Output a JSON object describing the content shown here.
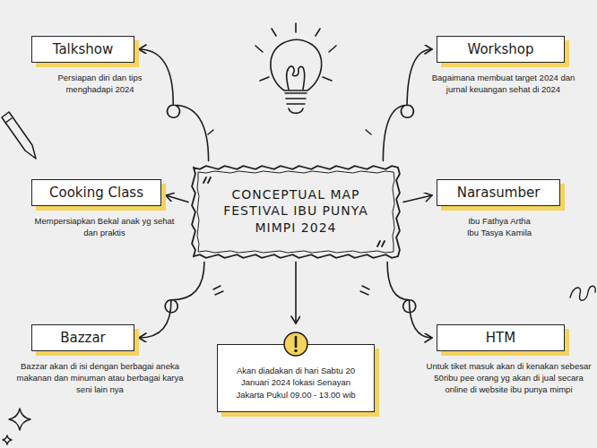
{
  "diagram": {
    "nodes": [
      {
        "text": [
          "CONCEPTUAL MAP FESTIVAL IBU PUNYA MIMPI 2024"
        ]
      },
      {
        "text": [
          "Talkshow",
          "Persiapan diri dan tips menghadapi 2024"
        ]
      },
      {
        "text": [
          "Workshop",
          "Bagaimana membuat target 2024 dan jurnal keuangan sehat di 2024"
        ]
      },
      {
        "text": [
          "Cooking Class",
          "Mempersiapkan Bekal anak yg sehat dan praktis"
        ]
      },
      {
        "text": [
          "Narasumber",
          "Ibu Fathya Artha",
          "Ibu Tasya Kamila"
        ]
      },
      {
        "text": [
          "Bazzar",
          "Bazzar akan di isi dengan berbagai aneka makanan dan minuman atau berbagai karya seni lain nya"
        ]
      },
      {
        "text": [
          "Akan diadakan di hari Sabtu 20 Januari 2024 lokasi Senayan Jakarta Pukul 09.00 - 13.00 wib"
        ]
      },
      {
        "text": [
          "HTM",
          "Untuk tiket masuk akan di kenakan sebesar 50ribu pee orang yg akan di jual secara online di website ibu punya mimpi"
        ]
      }
    ],
    "edges": [
      {
        "from": 0,
        "to": 1,
        "arrow": "to"
      },
      {
        "from": 0,
        "to": 2,
        "arrow": "to"
      },
      {
        "from": 0,
        "to": 3,
        "arrow": "to"
      },
      {
        "from": 0,
        "to": 4,
        "arrow": "to"
      },
      {
        "from": 0,
        "to": 5,
        "arrow": "to"
      },
      {
        "from": 0,
        "to": 6,
        "arrow": "to"
      },
      {
        "from": 0,
        "to": 7,
        "arrow": "to"
      }
    ]
  }
}
